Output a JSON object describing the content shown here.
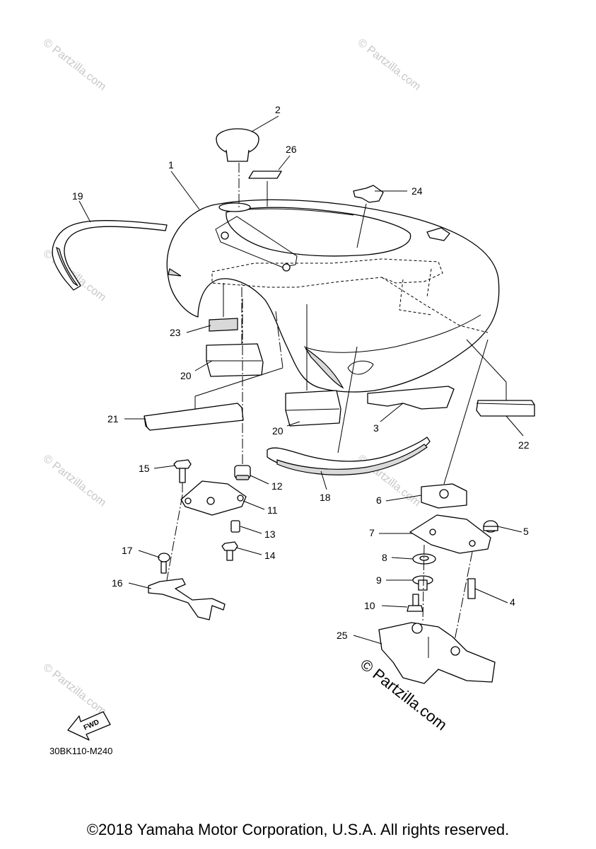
{
  "callouts": [
    {
      "id": "1",
      "label": "1"
    },
    {
      "id": "2",
      "label": "2"
    },
    {
      "id": "3",
      "label": "3"
    },
    {
      "id": "4",
      "label": "4"
    },
    {
      "id": "5",
      "label": "5"
    },
    {
      "id": "6",
      "label": "6"
    },
    {
      "id": "7",
      "label": "7"
    },
    {
      "id": "8",
      "label": "8"
    },
    {
      "id": "9",
      "label": "9"
    },
    {
      "id": "10",
      "label": "10"
    },
    {
      "id": "11",
      "label": "11"
    },
    {
      "id": "12",
      "label": "12"
    },
    {
      "id": "13",
      "label": "13"
    },
    {
      "id": "14",
      "label": "14"
    },
    {
      "id": "15",
      "label": "15"
    },
    {
      "id": "16",
      "label": "16"
    },
    {
      "id": "17",
      "label": "17"
    },
    {
      "id": "18",
      "label": "18"
    },
    {
      "id": "19",
      "label": "19"
    },
    {
      "id": "20a",
      "label": "20"
    },
    {
      "id": "20b",
      "label": "20"
    },
    {
      "id": "21",
      "label": "21"
    },
    {
      "id": "22",
      "label": "22"
    },
    {
      "id": "23",
      "label": "23"
    },
    {
      "id": "24",
      "label": "24"
    },
    {
      "id": "25",
      "label": "25"
    },
    {
      "id": "26",
      "label": "26"
    }
  ],
  "watermark": {
    "small": "© Partzilla.com",
    "large": "© Partzilla.com"
  },
  "fwd_label": "FWD",
  "diagram_code": "30BK110-M240",
  "footer": "©2018 Yamaha Motor Corporation, U.S.A. All rights reserved."
}
